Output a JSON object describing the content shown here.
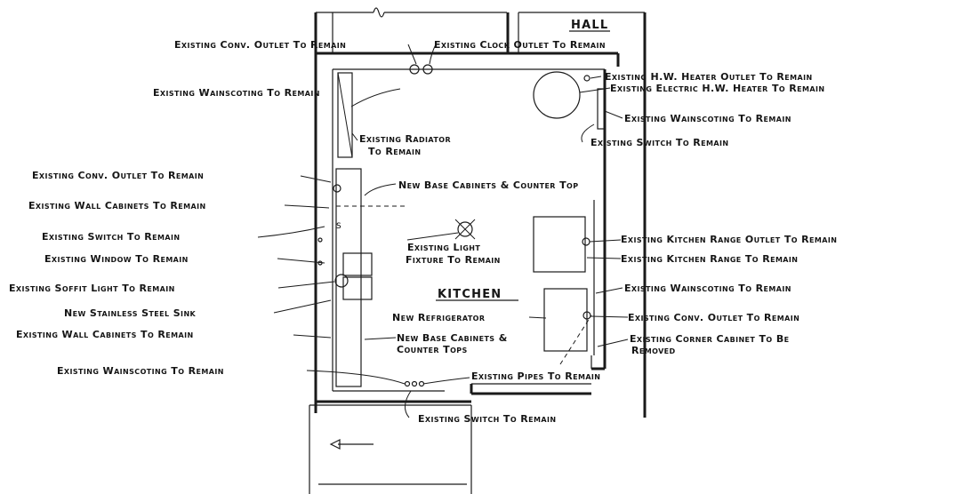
{
  "rooms": {
    "hall": "HALL",
    "kitchen": "KITCHEN"
  },
  "labels": {
    "conv_outlet_top": "Existing Conv. Outlet To Remain",
    "clock_outlet": "Existing Clock Outlet To Remain",
    "wainscoting_top": "Existing Wainscoting To Remain",
    "hw_heater_outlet": "Existing H.W. Heater Outlet To Remain",
    "electric_hw_heater": "Existing Electric H.W. Heater To Remain",
    "wainscoting_right_top": "Existing Wainscoting To Remain",
    "switch_right": "Existing Switch To Remain",
    "radiator_line1": "Existing Radiator",
    "radiator_line2": "To Remain",
    "conv_outlet_left": "Existing Conv. Outlet  To Remain",
    "new_base_cabinets_top": "New Base Cabinets & Counter Top",
    "wall_cabinets_top": "Existing Wall Cabinets To Remain",
    "switch_left": "Existing Switch To Remain",
    "light_line1": "Existing Light",
    "light_line2": "Fixture To Remain",
    "range_outlet": "Existing Kitchen Range Outlet To Remain",
    "window": "Existing Window To Remain",
    "kitchen_range": "Existing Kitchen Range To Remain",
    "soffit_light": "Existing Soffit Light To Remain",
    "wainscoting_right_mid": "Existing Wainscoting To Remain",
    "sink": "New Stainless Steel Sink",
    "refrigerator": "New Refrigerator",
    "conv_outlet_right": "Existing Conv. Outlet To Remain",
    "wall_cabinets_bottom": "Existing Wall Cabinets To Remain",
    "new_base_bottom_line1": "New Base Cabinets &",
    "new_base_bottom_line2": "Counter Tops",
    "corner_cabinet_line1": "Existing Corner Cabinet To Be",
    "corner_cabinet_line2": "Removed",
    "wainscoting_bottom": "Existing Wainscoting To Remain",
    "pipes": "Existing Pipes To Remain",
    "switch_bottom": "Existing Switch To Remain"
  },
  "colors": {
    "ink": "#1a1a1a",
    "paper": "#ffffff"
  }
}
